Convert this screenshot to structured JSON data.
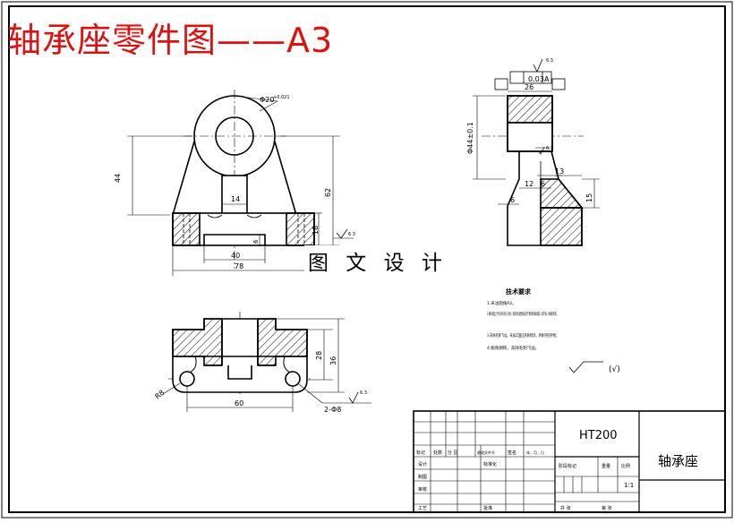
{
  "drawing": {
    "title": "轴承座零件图——A3",
    "watermark": "图 文 设 计"
  },
  "front_view": {
    "dims": {
      "bore": "Φ20",
      "bore_tol": "+0.021",
      "height": "44",
      "total_height": "62",
      "neck": "14",
      "base_h": "18",
      "slot": "40",
      "slot_h": "6",
      "width": "78"
    },
    "roughness": "6.3"
  },
  "side_view": {
    "tolerance_value": "0.03",
    "datum": "A",
    "roughness_top": "6.3",
    "roughness_mid": "6.3",
    "dims": {
      "width": "26",
      "bore": "Φ44±0.1",
      "d12": "12",
      "d6a": "6",
      "d13": "13",
      "d6b": "6",
      "d15": "15"
    }
  },
  "top_view": {
    "dims": {
      "r8": "R8",
      "depth": "28",
      "depth2": "36",
      "length": "60",
      "holes": "2-Φ8"
    },
    "roughness": "6.3"
  },
  "tech_req": {
    "heading": "技术要求",
    "items": [
      "1.未注圆角R2。",
      "2.铸件表面上不允许有冷隔、裂纹、缩孔和穿透性缺陷及严重的残缺类缺陷（如欠铸、机械损伤等）。",
      "3.去除毛刺飞边。未加工面应涂防锈漆，清除内腔杂物。",
      "4.锐角倒钝，去除毛刺飞边。"
    ],
    "roughness_note": "(√)"
  },
  "title_block": {
    "material": "HT200",
    "part_name": "轴承座",
    "scale": "1:1",
    "row_labels": [
      "标记",
      "处数",
      "分 区",
      "更改文件号",
      "签名",
      "年、月、日"
    ],
    "design": "设计",
    "standardize": "标准化",
    "stage_mark": "阶段标记",
    "weight": "重量",
    "scale_label": "比例",
    "draw": "制图",
    "review": "审核",
    "process": "工艺",
    "approve": "批准",
    "sheets_total": "共  张",
    "sheet_no": "第  张"
  }
}
